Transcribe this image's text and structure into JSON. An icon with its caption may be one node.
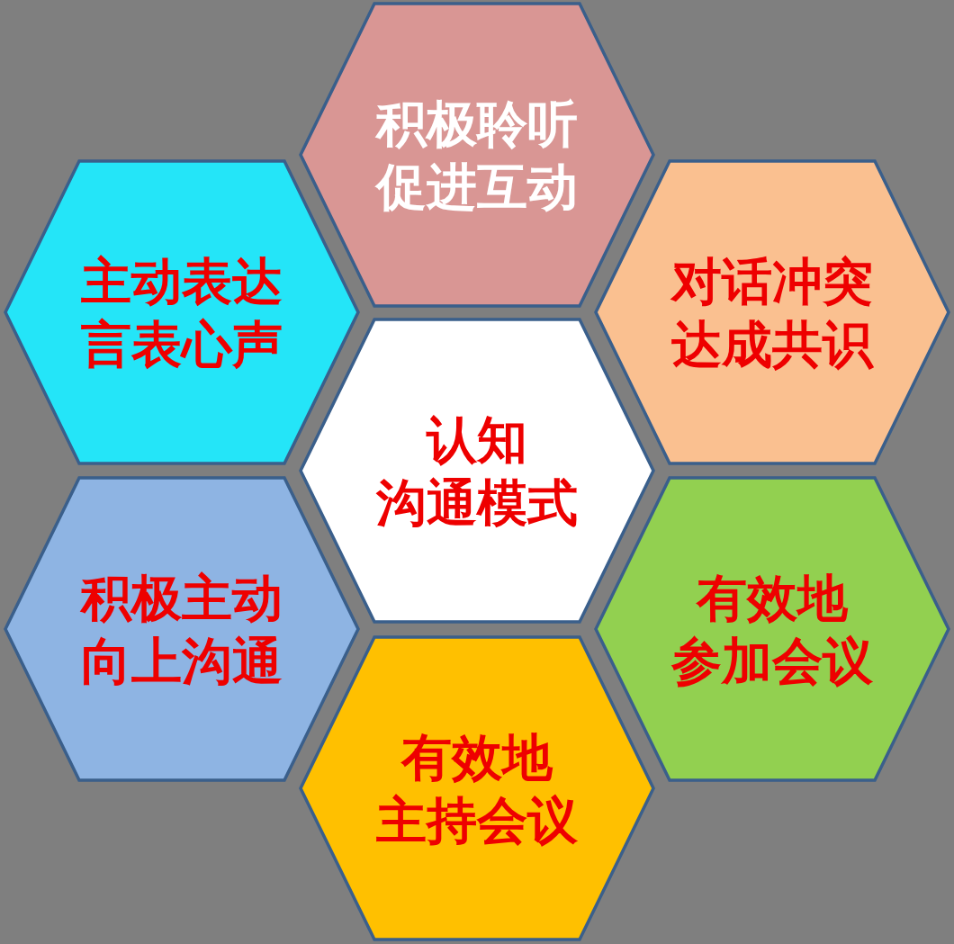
{
  "diagram": {
    "nodes": [
      {
        "text": [
          "积极聆听",
          "促进互动"
        ]
      },
      {
        "text": [
          "主动表达",
          "言表心声"
        ]
      },
      {
        "text": [
          "对话冲突",
          "达成共识"
        ]
      },
      {
        "text": [
          "认知",
          "沟通模式"
        ]
      },
      {
        "text": [
          "积极主动",
          "向上沟通"
        ]
      },
      {
        "text": [
          "有效地",
          "参加会议"
        ]
      },
      {
        "text": [
          "有效地",
          "主持会议"
        ]
      }
    ]
  }
}
